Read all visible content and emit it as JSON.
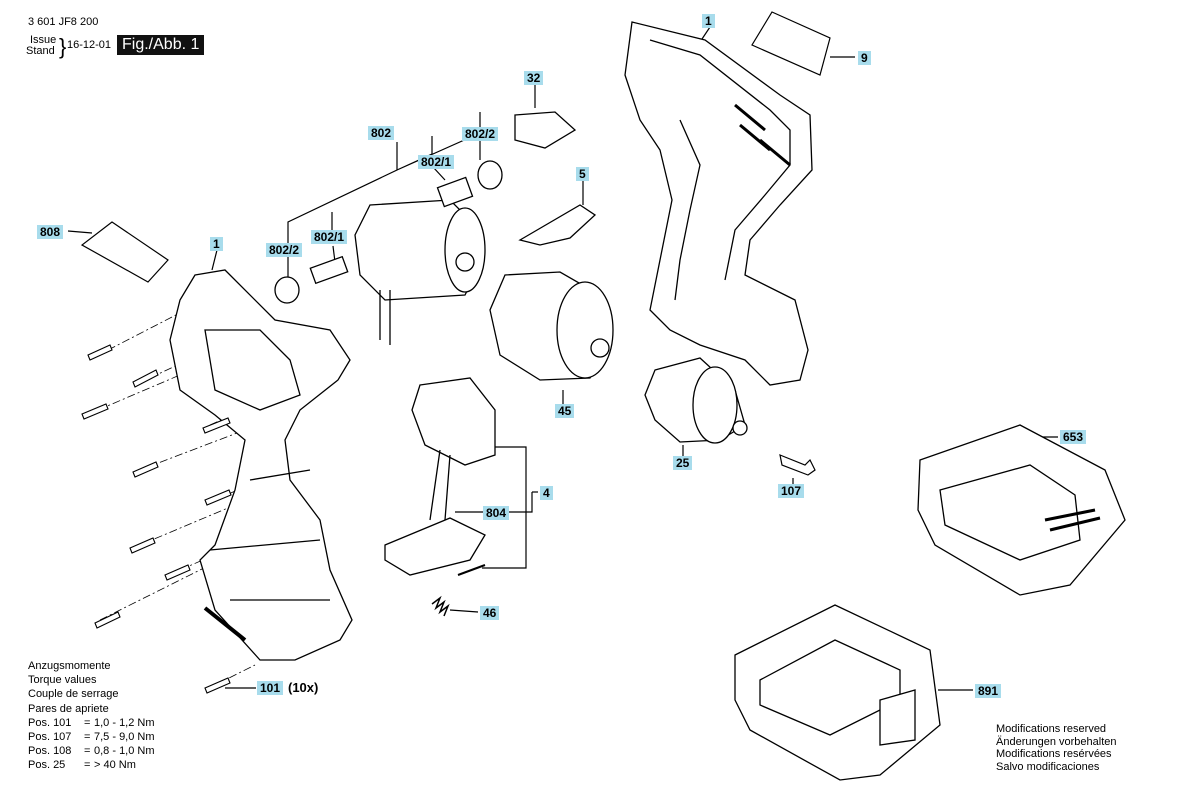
{
  "header": {
    "part_number": "3 601 JF8 200",
    "issue_label": "Issue",
    "stand_label": "Stand",
    "date": "16-12-01",
    "figure": "Fig./Abb. 1"
  },
  "labels": {
    "p1_top": "1",
    "p9": "9",
    "p32": "32",
    "p802": "802",
    "p802_2_top": "802/2",
    "p802_1_top": "802/1",
    "p5": "5",
    "p808": "808",
    "p1_left": "1",
    "p802_2_left": "802/2",
    "p802_1_left": "802/1",
    "p45": "45",
    "p25": "25",
    "p653": "653",
    "p107": "107",
    "p4": "4",
    "p804": "804",
    "p46": "46",
    "p891": "891",
    "p101": "101"
  },
  "qty_101": "(10x)",
  "torque": {
    "lines": [
      "Anzugsmomente",
      "Torque values",
      "Couple de serrage",
      "Pares de apriete"
    ],
    "rows": [
      {
        "pos": "Pos. 101",
        "eq": "=",
        "val": "1,0 - 1,2 Nm"
      },
      {
        "pos": "Pos. 107",
        "eq": "=",
        "val": "7,5 - 9,0 Nm"
      },
      {
        "pos": "Pos. 108",
        "eq": "=",
        "val": "0,8 - 1,0 Nm"
      },
      {
        "pos": "Pos. 25",
        "eq": "=",
        "val": "> 40 Nm"
      }
    ]
  },
  "modifications": [
    "Modifications reserved",
    "Änderungen vorbehalten",
    "Modifications resérvées",
    "Salvo modificaciones"
  ],
  "colors": {
    "label_bg": "#a8dcec",
    "line": "#000000"
  }
}
